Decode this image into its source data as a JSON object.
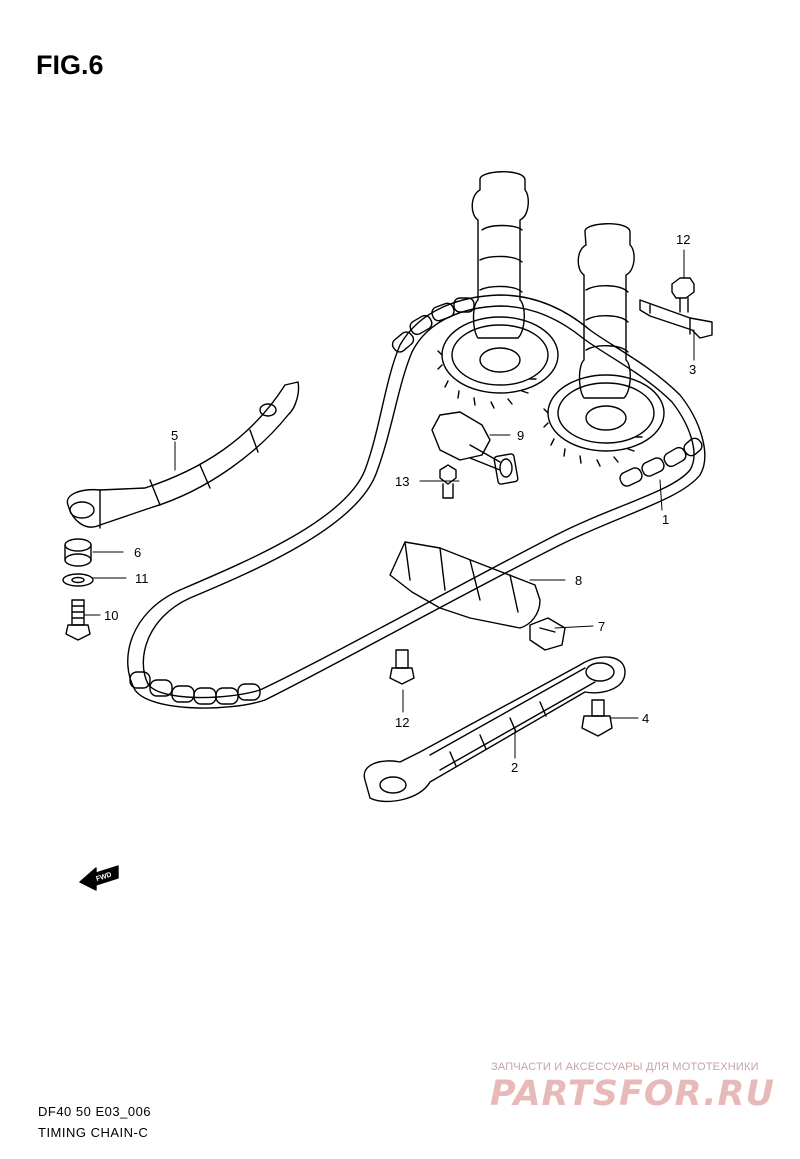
{
  "figure": {
    "title": "FIG.6"
  },
  "callouts": [
    {
      "id": "1",
      "label": "1"
    },
    {
      "id": "2",
      "label": "2"
    },
    {
      "id": "3",
      "label": "3"
    },
    {
      "id": "4",
      "label": "4"
    },
    {
      "id": "5",
      "label": "5"
    },
    {
      "id": "6",
      "label": "6"
    },
    {
      "id": "7",
      "label": "7"
    },
    {
      "id": "8",
      "label": "8"
    },
    {
      "id": "9",
      "label": "9"
    },
    {
      "id": "10",
      "label": "10"
    },
    {
      "id": "11",
      "label": "11"
    },
    {
      "id": "12a",
      "label": "12"
    },
    {
      "id": "12b",
      "label": "12"
    },
    {
      "id": "13",
      "label": "13"
    }
  ],
  "fwd_label": "FWD",
  "footer": {
    "code": "DF40 50 E03_006",
    "name": "TIMING CHAIN-C"
  },
  "watermark": {
    "tagline": "ЗАПЧАСТИ И АКСЕССУАРЫ ДЛЯ МОТОТЕХНИКИ",
    "logo": "PARTSFOR.RU"
  },
  "colors": {
    "line": "#000000",
    "background": "#ffffff",
    "watermark": "#e8b9b9"
  }
}
